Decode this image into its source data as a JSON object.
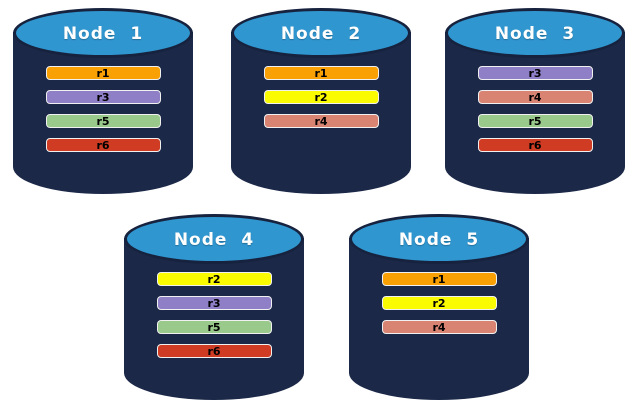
{
  "palette": {
    "background": "#FFFFFF",
    "cylinder_body": "#1B2847",
    "cylinder_top": "#3096CF",
    "cylinder_outline": "#16223E",
    "node_label_color": "#FFFFFF",
    "replica_label_color": "#000000"
  },
  "nodes": [
    {
      "label": "Node 1",
      "bars": [
        {
          "label": "r1",
          "color": "#F9A104"
        },
        {
          "label": "r3",
          "color": "#8F7FC6"
        },
        {
          "label": "r5",
          "color": "#99CA8C"
        },
        {
          "label": "r6",
          "color": "#CF3B23"
        }
      ]
    },
    {
      "label": "Node 2",
      "bars": [
        {
          "label": "r1",
          "color": "#F9A104"
        },
        {
          "label": "r2",
          "color": "#FAFA00"
        },
        {
          "label": "r4",
          "color": "#D98373"
        }
      ]
    },
    {
      "label": "Node 3",
      "bars": [
        {
          "label": "r3",
          "color": "#8F7FC6"
        },
        {
          "label": "r4",
          "color": "#D98373"
        },
        {
          "label": "r5",
          "color": "#99CA8C"
        },
        {
          "label": "r6",
          "color": "#CF3B23"
        }
      ]
    },
    {
      "label": "Node 4",
      "bars": [
        {
          "label": "r2",
          "color": "#FAFA00"
        },
        {
          "label": "r3",
          "color": "#8F7FC6"
        },
        {
          "label": "r5",
          "color": "#99CA8C"
        },
        {
          "label": "r6",
          "color": "#CF3B23"
        }
      ]
    },
    {
      "label": "Node 5",
      "bars": [
        {
          "label": "r1",
          "color": "#F9A104"
        },
        {
          "label": "r2",
          "color": "#FAFA00"
        },
        {
          "label": "r4",
          "color": "#D98373"
        }
      ]
    }
  ]
}
